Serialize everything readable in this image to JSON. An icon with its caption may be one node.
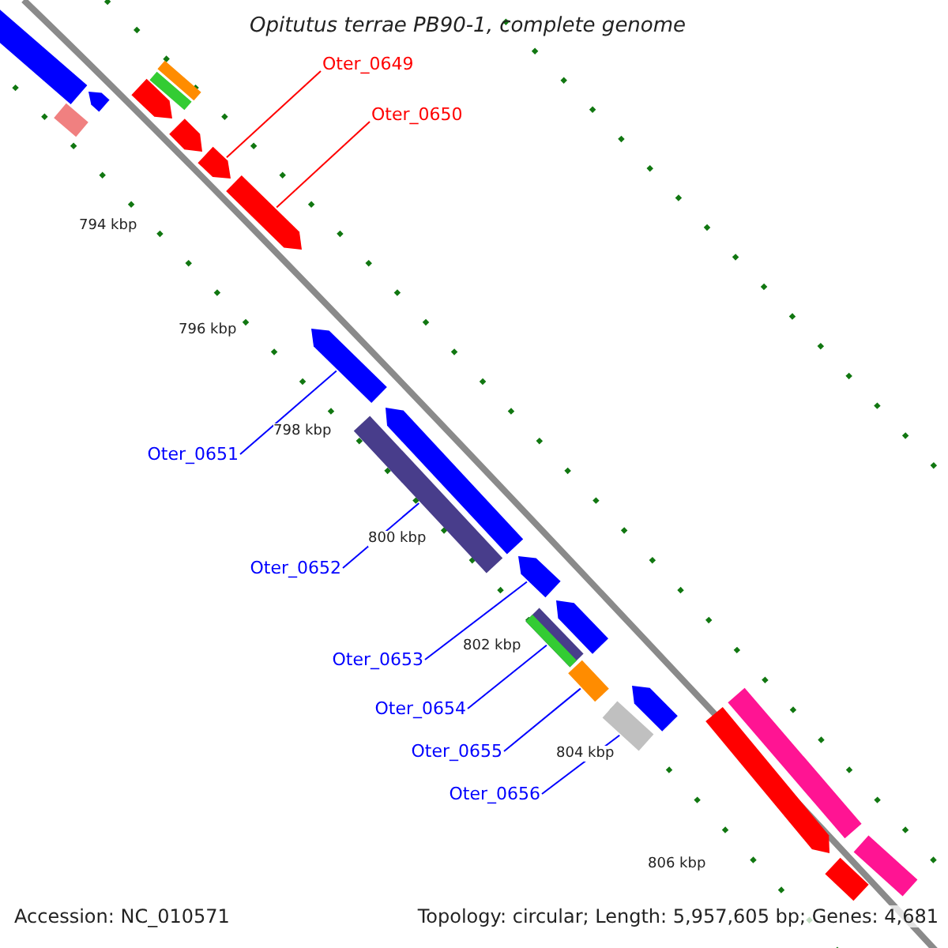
{
  "diagram": {
    "title": "Opitutus terrae PB90-1, complete genome",
    "nodes": [
      {
        "text": [
          "Oter_0649"
        ]
      },
      {
        "text": [
          "Oter_0650"
        ]
      },
      {
        "text": [
          "Oter_0651"
        ]
      },
      {
        "text": [
          "Oter_0652"
        ]
      },
      {
        "text": [
          "Oter_0653"
        ]
      },
      {
        "text": [
          "Oter_0654"
        ]
      },
      {
        "text": [
          "Oter_0655"
        ]
      },
      {
        "text": [
          "Oter_0656"
        ]
      },
      {
        "text": [],
        "shape": "arrow"
      },
      {
        "text": [],
        "shape": "arrow"
      },
      {
        "text": [],
        "shape": "arrow"
      },
      {
        "text": [],
        "shape": "bar"
      },
      {
        "text": [],
        "shape": "arrow"
      },
      {
        "text": [],
        "shape": "bar"
      },
      {
        "text": [],
        "shape": "bar"
      },
      {
        "text": [],
        "shape": "bar"
      },
      {
        "text": [],
        "shape": "bar"
      },
      {
        "text": [],
        "shape": "arrow"
      },
      {
        "text": [],
        "shape": "bar"
      },
      {
        "text": [],
        "shape": "arrow"
      },
      {
        "text": [],
        "shape": "arrow"
      },
      {
        "text": [],
        "shape": "bar"
      },
      {
        "text": [],
        "shape": "bar"
      },
      {
        "text": [],
        "shape": "arrow"
      },
      {
        "text": [],
        "shape": "arrow"
      },
      {
        "text": [],
        "shape": "arrow"
      },
      {
        "text": [],
        "shape": "arrow"
      },
      {
        "text": [],
        "shape": "bar"
      },
      {
        "text": [],
        "shape": "bar"
      },
      {
        "text": [],
        "shape": "bar"
      }
    ],
    "edges": [
      {
        "from": 0,
        "to": 8,
        "arrow": "none",
        "color": "#ff0000"
      },
      {
        "from": 1,
        "to": 9,
        "arrow": "none",
        "color": "#ff0000"
      },
      {
        "from": 2,
        "to": 10,
        "arrow": "none"
      },
      {
        "from": 3,
        "to": 11,
        "arrow": "none"
      },
      {
        "from": 4,
        "to": 12,
        "arrow": "none"
      },
      {
        "from": 5,
        "to": 13,
        "arrow": "none"
      },
      {
        "from": 6,
        "to": 14,
        "arrow": "none"
      },
      {
        "from": 7,
        "to": 15,
        "arrow": "none"
      }
    ],
    "labels": [
      "794 kbp",
      "796 kbp",
      "798 kbp",
      "800 kbp",
      "802 kbp",
      "804 kbp",
      "806 kbp",
      "Accession: NC_010571",
      "Topology: circular; Length: 5,957,605 bp; Genes: 4,681"
    ]
  }
}
